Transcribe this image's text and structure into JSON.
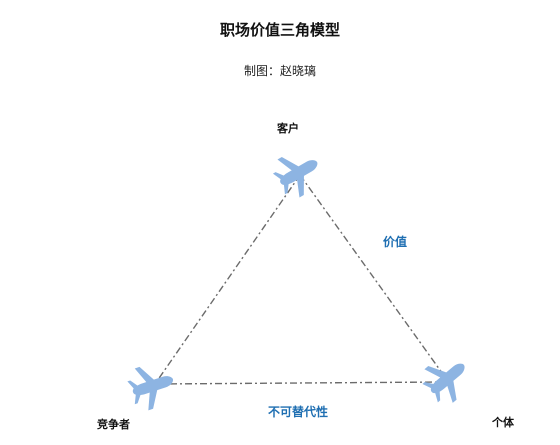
{
  "title": "职场价值三角模型",
  "subtitle": "制图：赵晓璃",
  "nodes": {
    "top": {
      "label": "客户",
      "icon": "airplane-icon"
    },
    "left": {
      "label": "竞争者",
      "icon": "airplane-icon"
    },
    "right": {
      "label": "个体",
      "icon": "airplane-icon"
    }
  },
  "edges": {
    "right_side": {
      "label": "价值"
    },
    "bottom_side": {
      "label": "不可替代性"
    }
  },
  "colors": {
    "airplane": "#8db4e2",
    "edge_line": "#6b6b6b",
    "edge_label": "#1f6fb2"
  }
}
